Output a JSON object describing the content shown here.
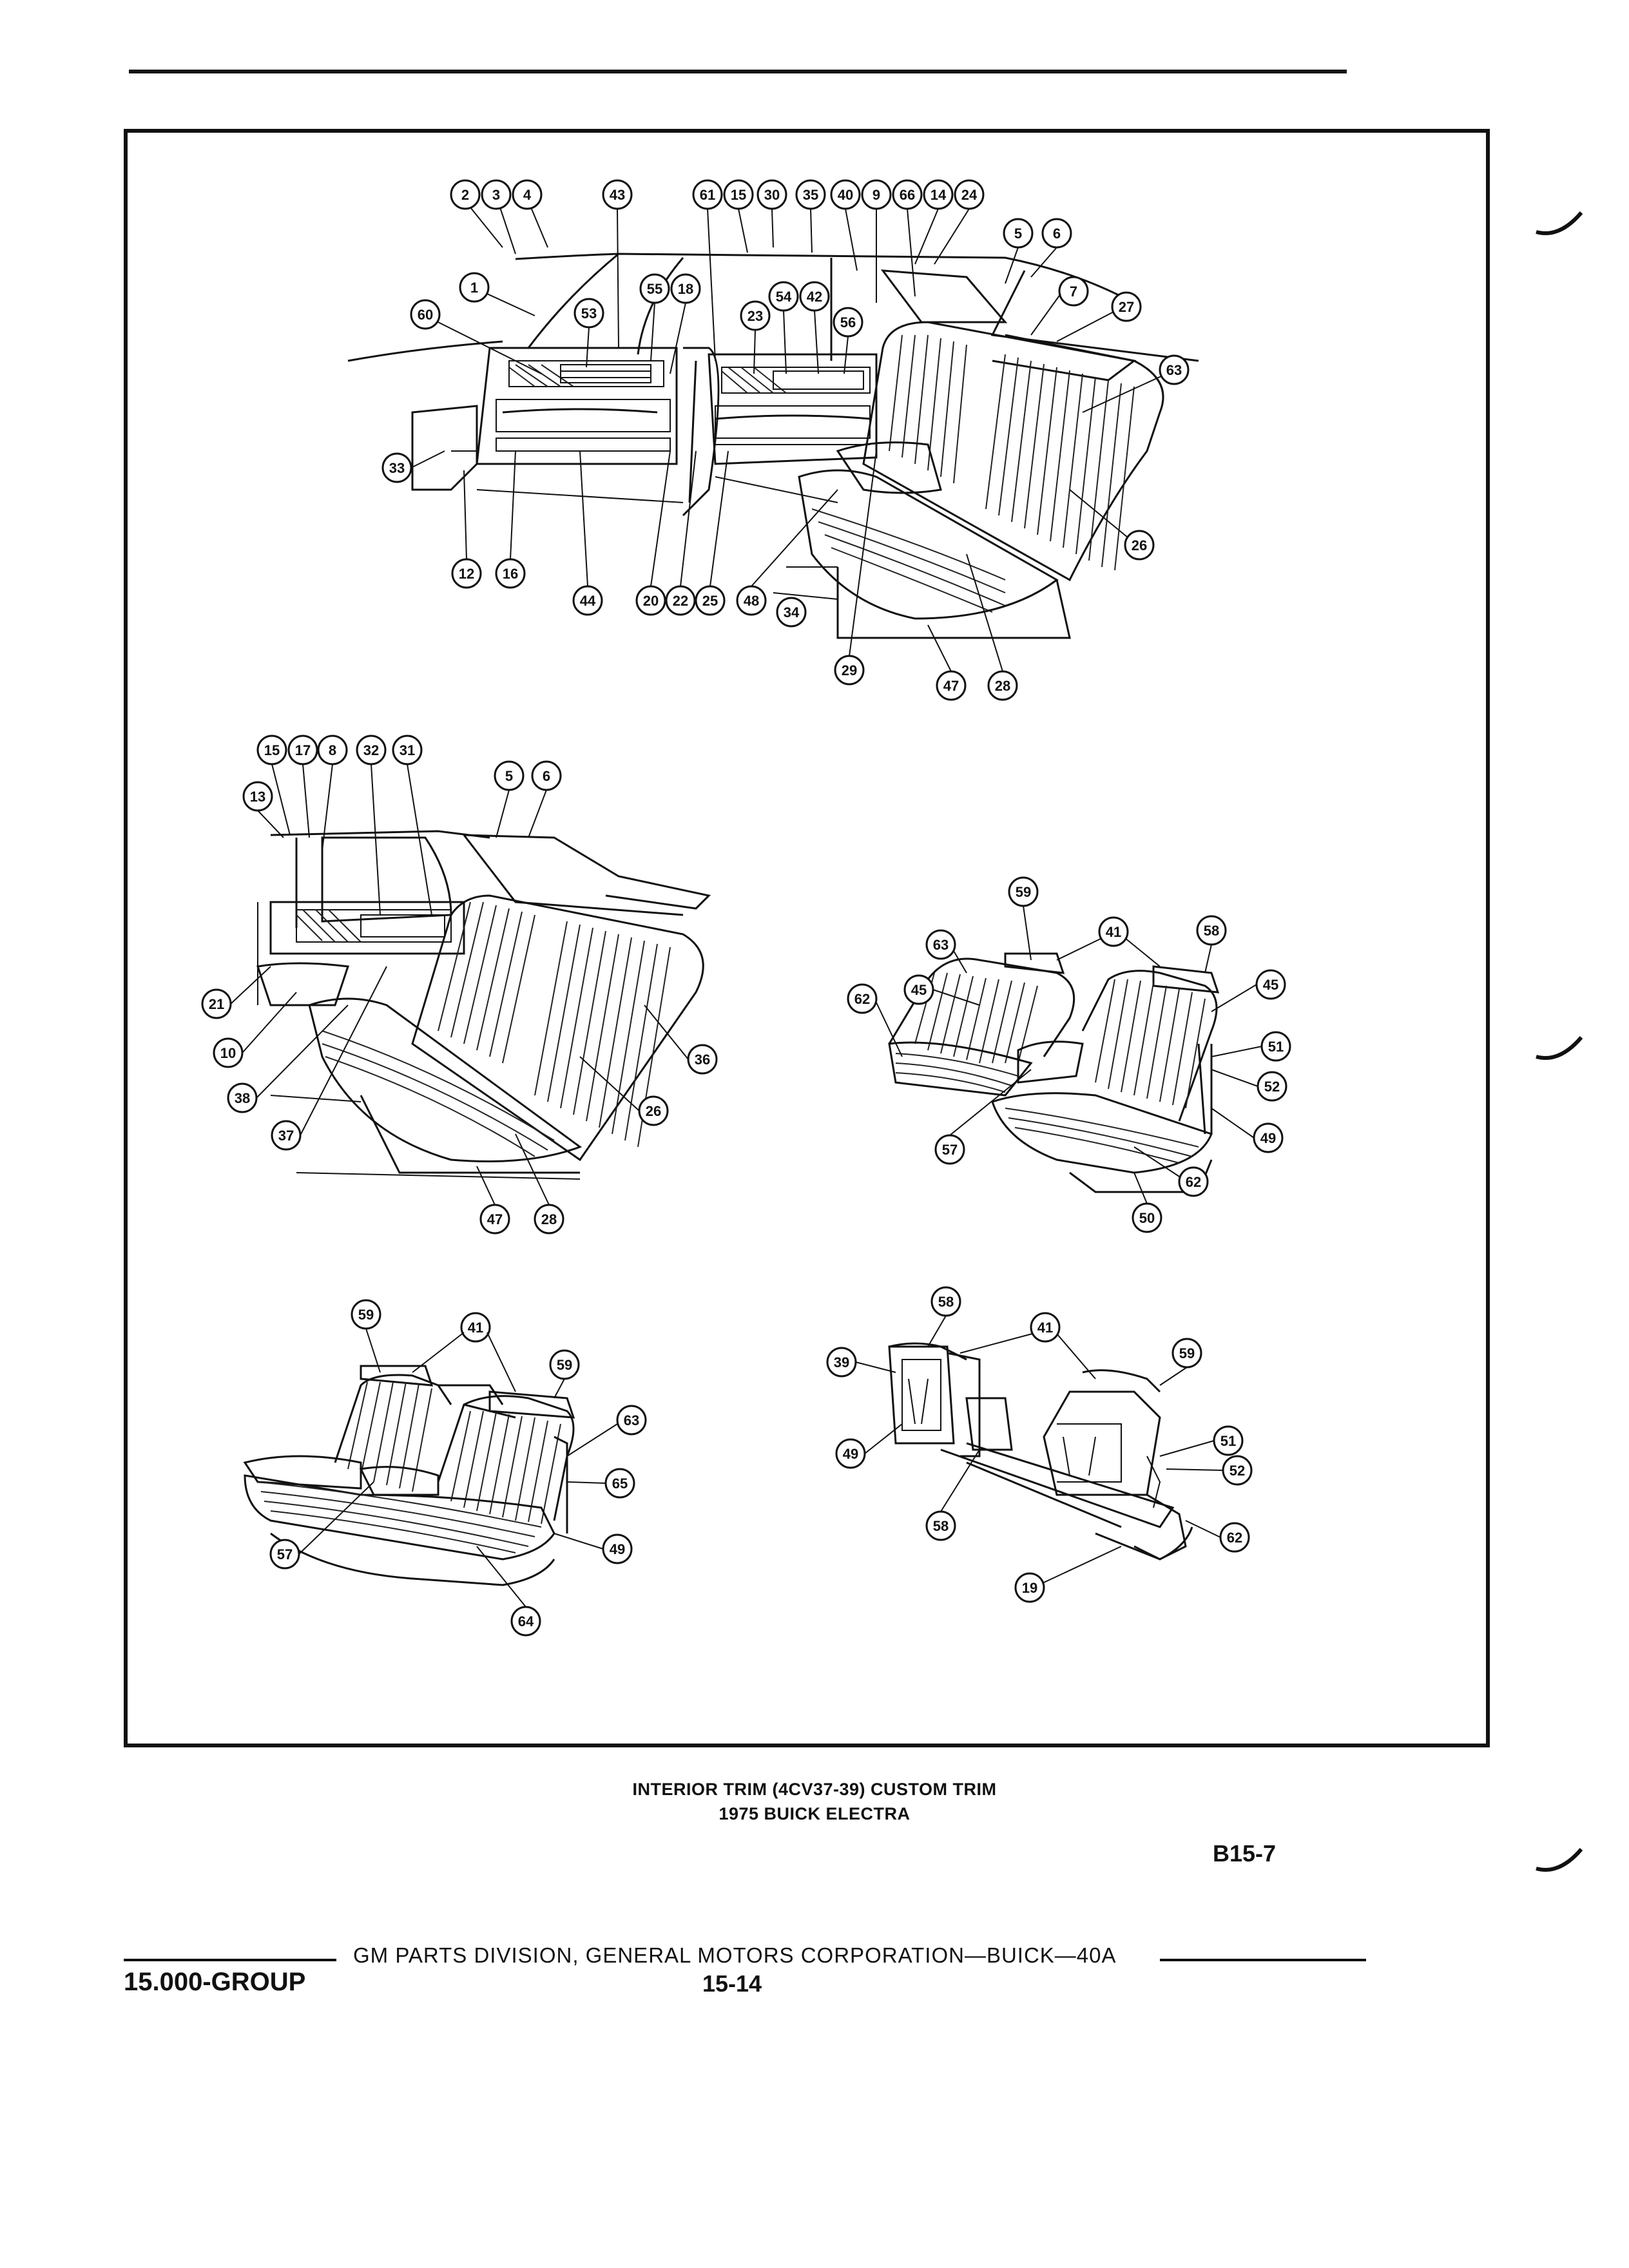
{
  "caption": {
    "line1": "INTERIOR TRIM (4CV37-39) CUSTOM TRIM",
    "line2": "1975 BUICK ELECTRA"
  },
  "figure_number": "B15-7",
  "footer": {
    "credit": "GM PARTS DIVISION,  GENERAL MOTORS CORPORATION—BUICK—40A",
    "group": "15.000-GROUP",
    "page": "15-14"
  },
  "callouts": {
    "view1": [
      "2",
      "3",
      "4",
      "43",
      "61",
      "15",
      "30",
      "35",
      "40",
      "9",
      "66",
      "14",
      "24",
      "5",
      "6",
      "1",
      "60",
      "53",
      "55",
      "18",
      "23",
      "54",
      "42",
      "56",
      "7",
      "27",
      "63",
      "33",
      "12",
      "16",
      "44",
      "20",
      "22",
      "25",
      "48",
      "34",
      "29",
      "47",
      "28",
      "26"
    ],
    "view2": [
      "15",
      "17",
      "8",
      "32",
      "31",
      "5",
      "6",
      "13",
      "21",
      "10",
      "38",
      "37",
      "36",
      "26",
      "47",
      "28"
    ],
    "view3": [
      "59",
      "41",
      "58",
      "63",
      "45",
      "45",
      "62",
      "51",
      "52",
      "49",
      "57",
      "62",
      "50"
    ],
    "view4": [
      "59",
      "41",
      "59",
      "63",
      "65",
      "49",
      "57",
      "64"
    ],
    "view5": [
      "58",
      "41",
      "59",
      "39",
      "49",
      "58",
      "51",
      "52",
      "62",
      "19"
    ]
  }
}
